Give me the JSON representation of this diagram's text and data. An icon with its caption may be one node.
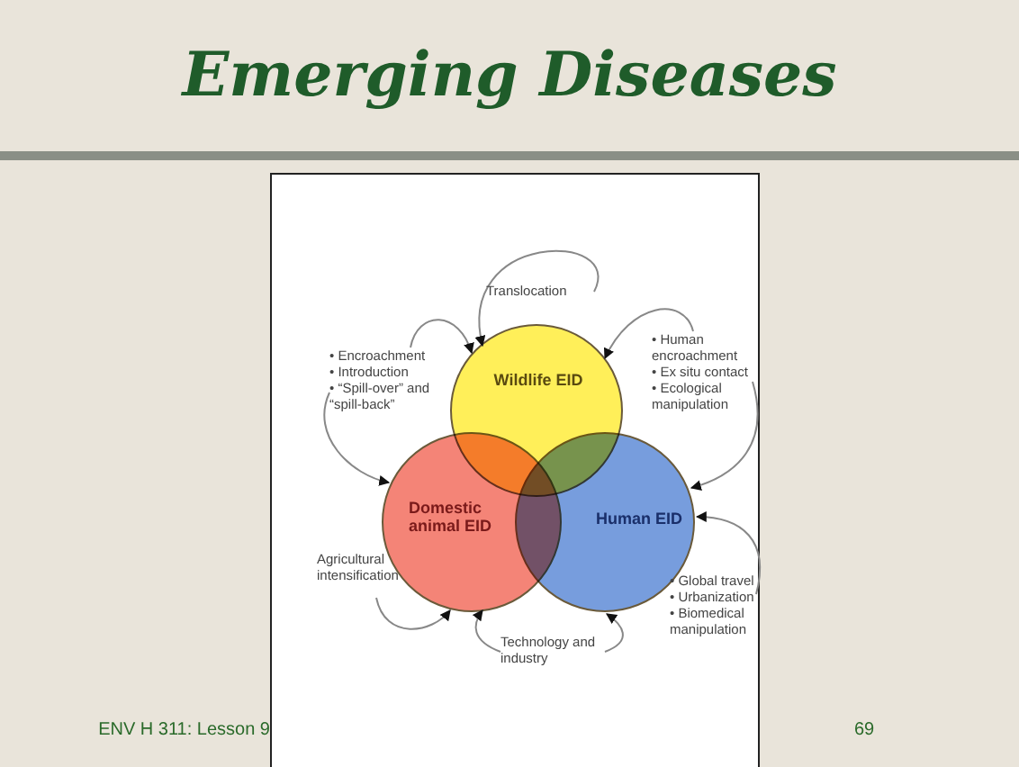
{
  "diagram": {
    "title": "Emerging Diseases",
    "nodes": [
      {
        "text": [
          "Wildlife EID"
        ]
      },
      {
        "text": [
          "Domestic animal EID"
        ]
      },
      {
        "text": [
          "Human EID"
        ]
      },
      {
        "text": [
          "Translocation"
        ]
      },
      {
        "text": [
          "• Encroachment",
          "• Introduction",
          "• “Spill-over” and “spill-back”"
        ]
      },
      {
        "text": [
          "• Human encroachment",
          "• Ex situ contact",
          "• Ecological manipulation"
        ]
      },
      {
        "text": [
          "Agricultural intensification"
        ]
      },
      {
        "text": [
          "• Global travel",
          "• Urbanization",
          "• Biomedical manipulation"
        ]
      },
      {
        "text": [
          "Technology and industry"
        ]
      }
    ],
    "edges": [
      {
        "from": 3,
        "to": 0,
        "arrow": "to"
      },
      {
        "from": 4,
        "to": 0,
        "arrow": "to"
      },
      {
        "from": 4,
        "to": 1,
        "arrow": "to"
      },
      {
        "from": 5,
        "to": 0,
        "arrow": "to"
      },
      {
        "from": 5,
        "to": 2,
        "arrow": "to"
      },
      {
        "from": 6,
        "to": 1,
        "arrow": "to"
      },
      {
        "from": 7,
        "to": 2,
        "arrow": "to"
      },
      {
        "from": 8,
        "to": 1,
        "arrow": "to"
      },
      {
        "from": 8,
        "to": 2,
        "arrow": "to"
      }
    ],
    "labels": [
      "ENV H 311: Lesson 9",
      "69"
    ]
  }
}
